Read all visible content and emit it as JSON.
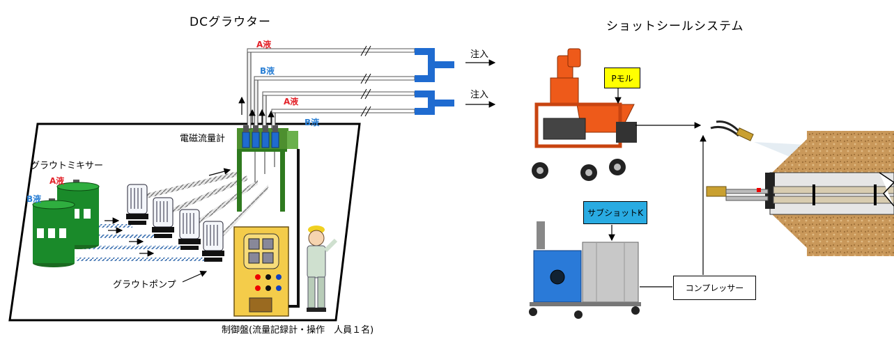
{
  "left": {
    "title": "DCグラウター",
    "label_a": "A液",
    "label_b": "B液",
    "injection": "注入",
    "flowmeter": "電磁流量計",
    "mixer": "グラウトミキサー",
    "pump": "グラウトポンプ",
    "control_panel": "制御盤(流量記録計・操作　人員１名)"
  },
  "right": {
    "title": "ショットシールシステム",
    "pmol": "Pモル",
    "subshot": "サブショットK",
    "compressor": "コンプレッサー"
  },
  "colors": {
    "mixer_green": "#1a8a2a",
    "frame_green": "#2f7a1f",
    "distributor_blue": "#1f6bd0",
    "machine_orange": "#ee5a1a",
    "pmol_bg": "#ffff00",
    "subshot_bg": "#29abe2",
    "soil": "#c9985a",
    "a_red": "#e3242b",
    "b_blue": "#2a7fd4"
  }
}
